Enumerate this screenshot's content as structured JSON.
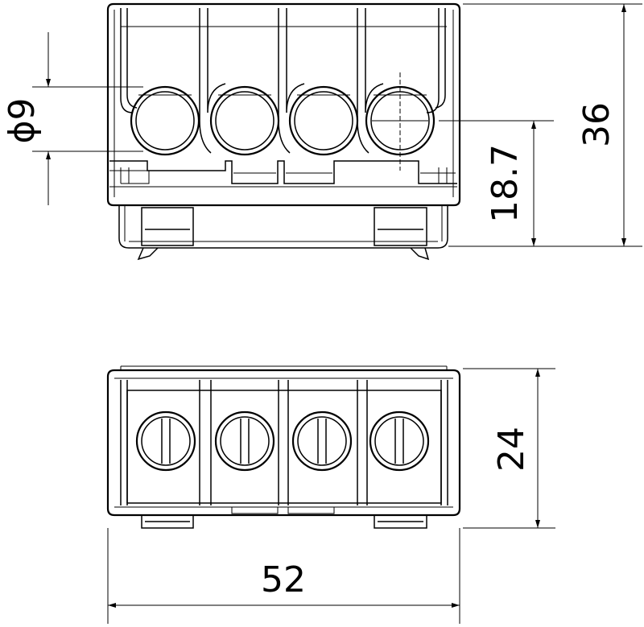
{
  "drawing": {
    "views": [
      "front-view",
      "top-view"
    ],
    "dimensions": {
      "hole_diameter": "ϕ9",
      "hole_center_height": "18.7",
      "overall_height": "36",
      "depth": "24",
      "width": "52"
    },
    "terminal_count": 4,
    "colors": {
      "line": "#000000",
      "background": "#ffffff"
    }
  }
}
